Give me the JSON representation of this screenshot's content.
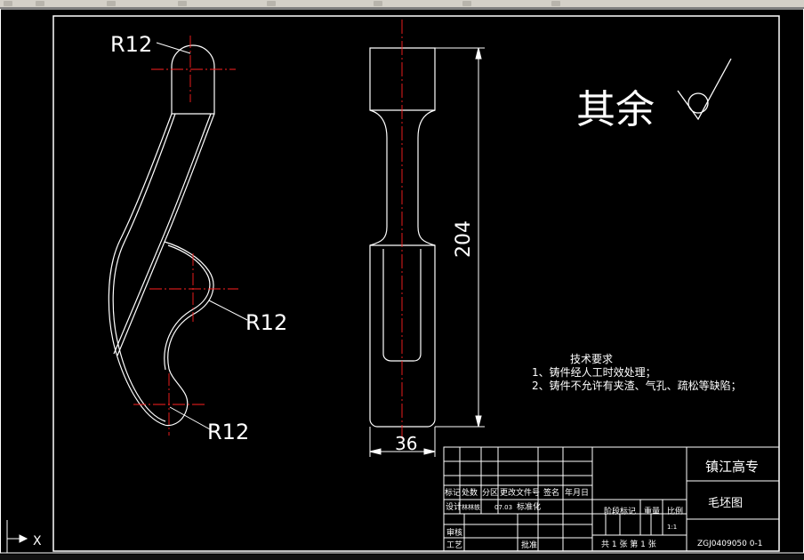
{
  "drawing": {
    "radius_top": "R12",
    "radius_mid": "R12",
    "radius_bottom": "R12",
    "dim_length": "204",
    "dim_width": "36",
    "roughness_note": "其余",
    "tech_title": "技术要求",
    "tech_line1": "1、铸件经人工时效处理；",
    "tech_line2": "2、铸件不允许有夹渣、气孔、疏松等缺陷；"
  },
  "titleblock": {
    "school": "镇江高专",
    "drawing_name": "毛坯图",
    "drawing_no": "ZGJ0409050 0-1",
    "col_mark": "标记",
    "col_count": "处数",
    "col_zone": "分区",
    "col_change": "更改文件号",
    "col_sign": "签名",
    "col_date": "年月日",
    "row_design": "设计",
    "design_name": "林林轶",
    "design_date": "07.03",
    "row_standard": "标准化",
    "row_stage": "阶段标记",
    "row_weight": "重量",
    "row_scale": "比例",
    "scale_value": "1:1",
    "row_review": "审核",
    "row_process": "工艺",
    "row_approve": "批准",
    "sheets": "共 1 张  第 1 张"
  },
  "ucs": {
    "x_label": "X"
  },
  "colors": {
    "outline": "#ffffff",
    "center": "#ff2020",
    "dim": "#ffffff"
  }
}
